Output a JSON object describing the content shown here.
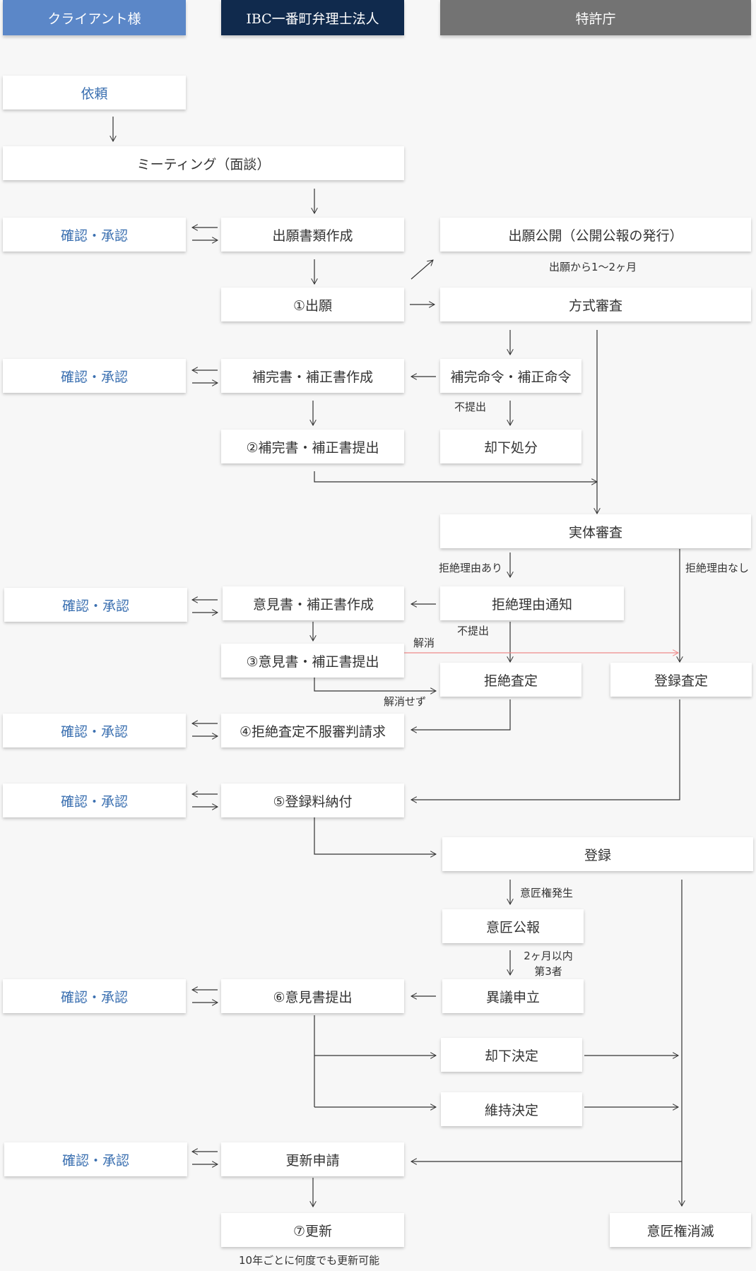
{
  "header": {
    "client": "クライアント様",
    "ibc": "IBC一番町弁理士法人",
    "jpo": "特許庁"
  },
  "boxes": {
    "request": "依頼",
    "meeting": "ミーティング（面談）",
    "confirm": "確認・承認",
    "prepare_docs": "出願書類作成",
    "publication": "出願公開（公開公報の発行）",
    "filing": "①出願",
    "formal_exam": "方式審査",
    "supplement_prepare": "補完書・補正書作成",
    "supplement_order": "補完命令・補正命令",
    "rejection_disposal": "却下処分",
    "supplement_submit": "②補完書・補正書提出",
    "substantive_exam": "実体審査",
    "opinion_prepare": "意見書・補正書作成",
    "refusal_notice": "拒絶理由通知",
    "opinion_submit": "③意見書・補正書提出",
    "refusal_decision": "拒絶査定",
    "registration_decision": "登録査定",
    "appeal": "④拒絶査定不服審判請求",
    "fee_payment": "⑤登録料納付",
    "registration": "登録",
    "design_gazette": "意匠公報",
    "opinion_filing": "⑥意見書提出",
    "opposition": "異議申立",
    "dismissal": "却下決定",
    "maintenance": "維持決定",
    "renewal_request": "更新申請",
    "renewal": "⑦更新",
    "right_extinction": "意匠権消滅"
  },
  "labels": {
    "publish_timing": "出願から1〜2ヶ月",
    "not_submitted": "不提出",
    "reason_exists": "拒絶理由あり",
    "reason_none": "拒絶理由なし",
    "resolved": "解消",
    "not_resolved": "解消せず",
    "right_arises": "意匠権発生",
    "within_two_months": "2ヶ月以内",
    "third_party": "第3者",
    "renewal_note": "10年ごとに何度でも更新可能"
  },
  "colors": {
    "client_header": "#5b87c8",
    "ibc_header": "#102a4d",
    "jpo_header": "#737373",
    "resolved_line": "#f08a8a"
  }
}
